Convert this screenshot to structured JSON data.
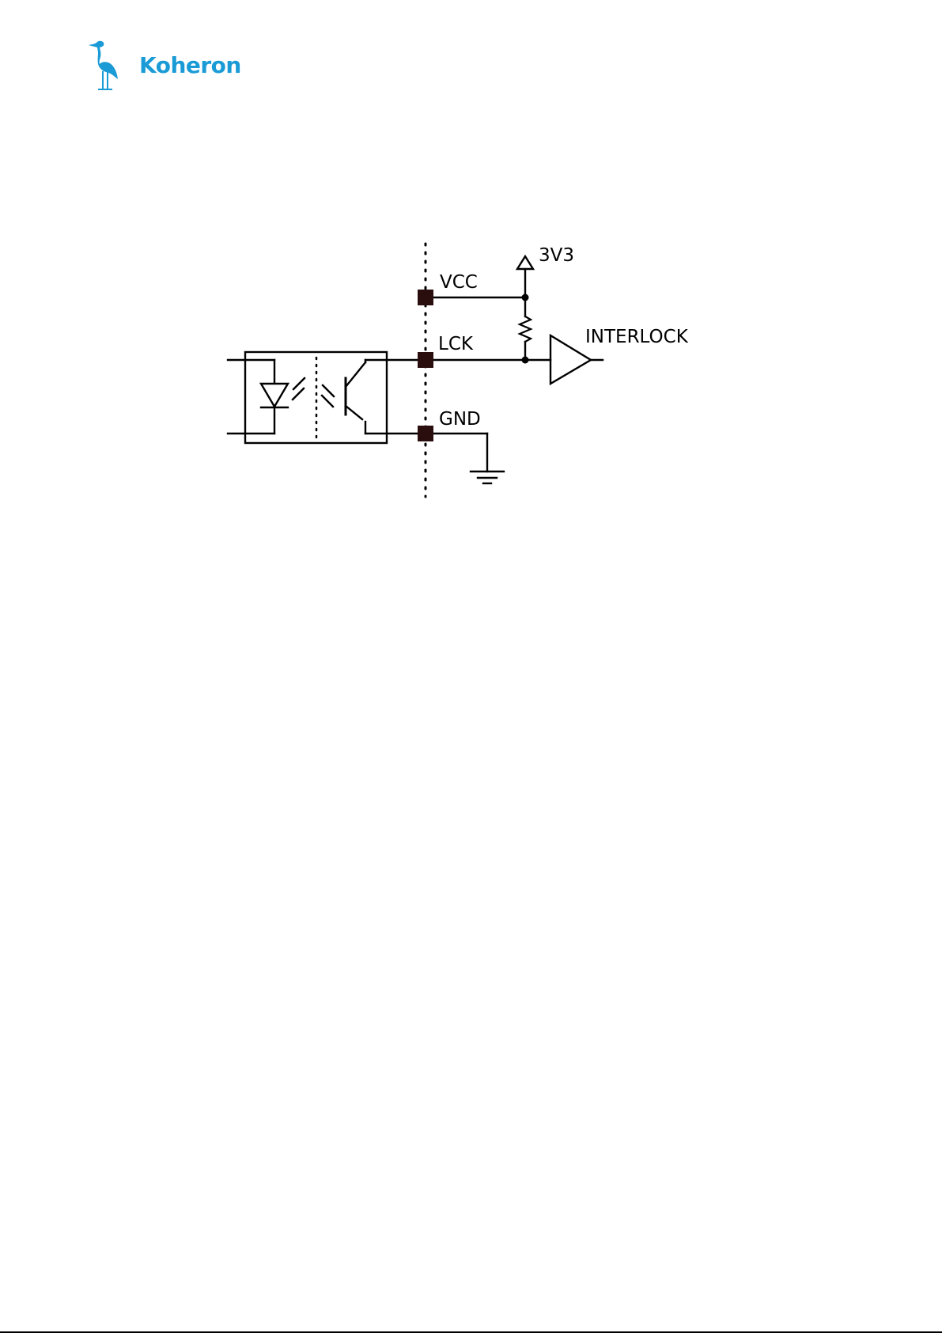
{
  "logo": {
    "text": "Koheron",
    "icon": "heron-icon",
    "color": "#1a9bd6"
  },
  "schematic": {
    "labels": {
      "vcc": "VCC",
      "lck": "LCK",
      "gnd": "GND",
      "supply": "3V3",
      "output": "INTERLOCK"
    },
    "colors": {
      "wire": "#000000",
      "pad": "#2a0d0d"
    }
  }
}
